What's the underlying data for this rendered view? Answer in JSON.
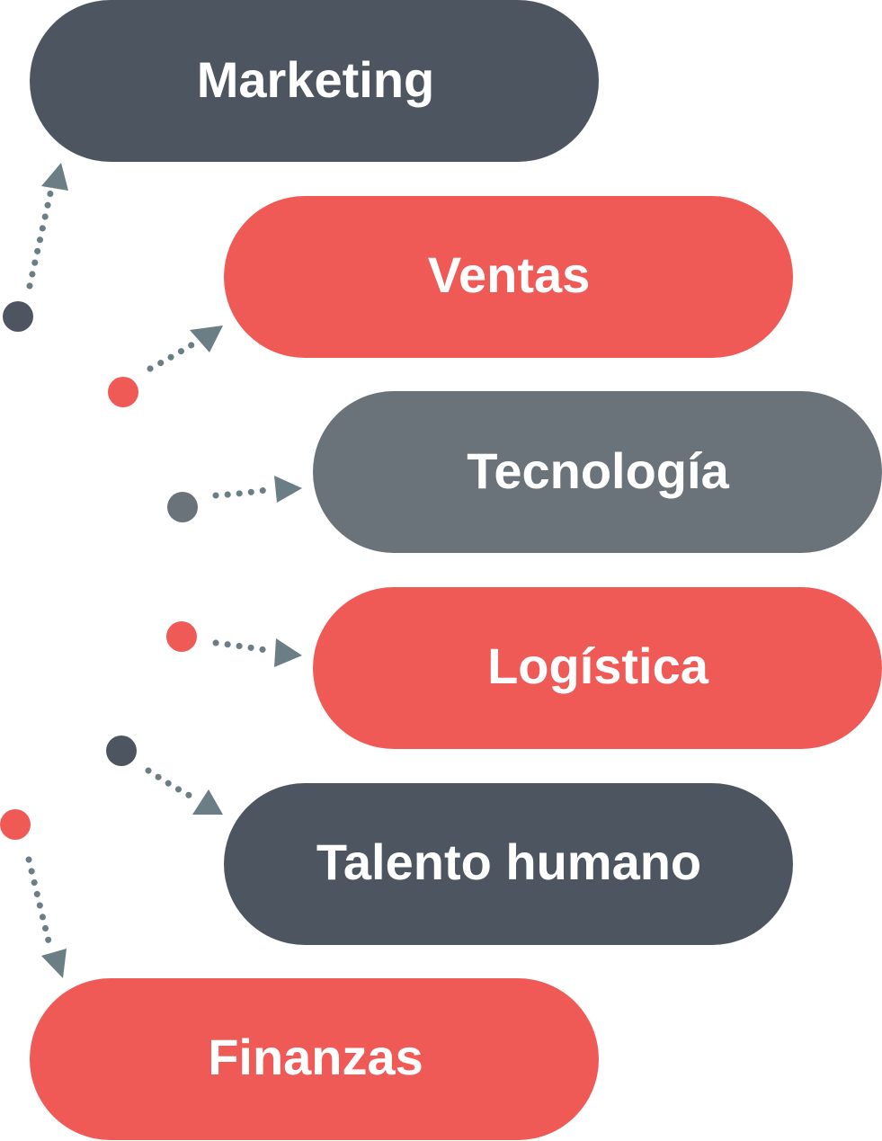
{
  "colors": {
    "dark": "#4d5660",
    "red": "#f05a56",
    "gray": "#6b737a",
    "arrow": "#6b7d85",
    "background": "#ffffff"
  },
  "items": [
    {
      "label": "Marketing",
      "color": "dark"
    },
    {
      "label": "Ventas",
      "color": "red"
    },
    {
      "label": "Tecnología",
      "color": "gray"
    },
    {
      "label": "Logística",
      "color": "red"
    },
    {
      "label": "Talento humano",
      "color": "dark"
    },
    {
      "label": "Finanzas",
      "color": "red"
    }
  ]
}
